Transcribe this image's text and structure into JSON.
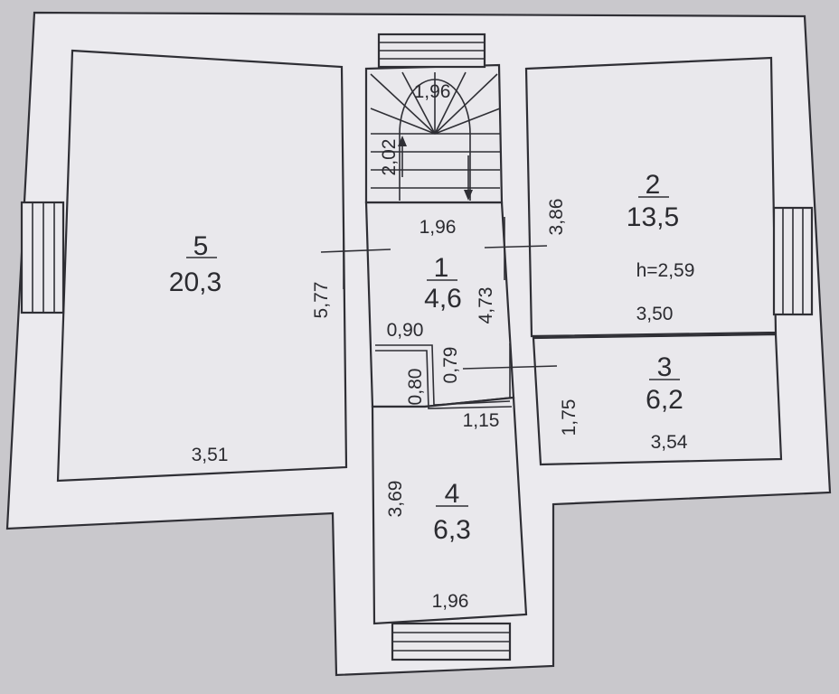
{
  "rooms": [
    {
      "number": "5",
      "area": "20,3"
    },
    {
      "number": "2",
      "area": "13,5"
    },
    {
      "number": "1",
      "area": "4,6"
    },
    {
      "number": "3",
      "area": "6,2"
    },
    {
      "number": "4",
      "area": "6,3"
    }
  ],
  "dimensions": {
    "stair_top": "1,96",
    "stair_side": "2,02",
    "hall_width": "1,96",
    "room5_height": "5,77",
    "room5_width": "3,51",
    "room2_height": "3,86",
    "room2_ceiling": "h=2,59",
    "room2_width": "3,50",
    "hall_height": "4,73",
    "niche_width": "0,90",
    "niche_inner": "0,79",
    "niche_side": "0,80",
    "niche_bottom": "1,15",
    "room3_height": "1,75",
    "room3_width": "3,54",
    "room4_height": "3,69",
    "room4_width": "1,96"
  }
}
